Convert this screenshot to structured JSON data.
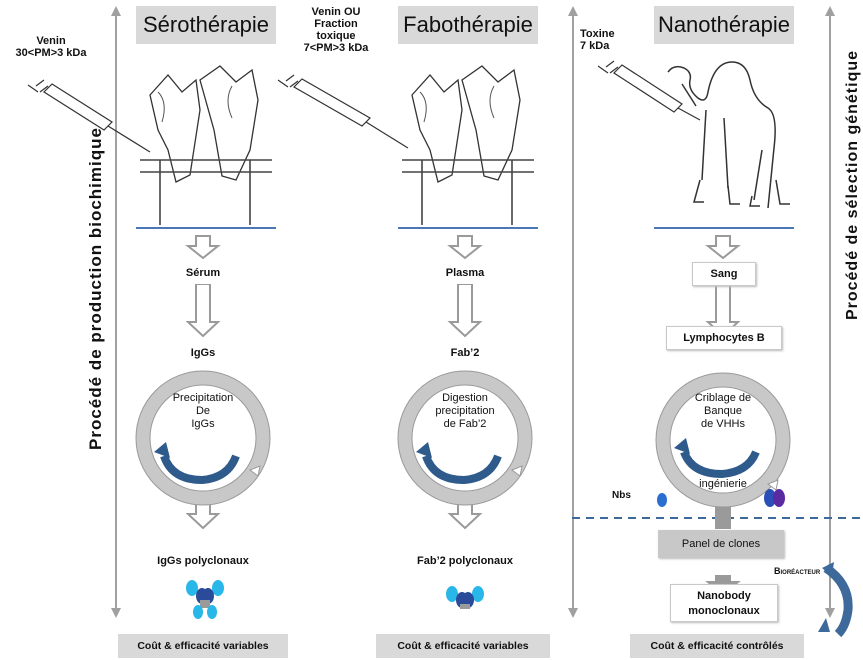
{
  "columns": [
    {
      "title": "Sérothérapie",
      "antigen": [
        "Venin",
        "30<PM>3 kDa"
      ],
      "step1": "Sérum",
      "step2": "IgGs",
      "cycle": [
        "Precipitation",
        "De",
        "IgGs"
      ],
      "product": "IgGs polyclonaux",
      "footer": "Coût & efficacité variables"
    },
    {
      "title": "Fabothérapie",
      "antigen": [
        "Venin OU",
        "Fraction",
        "toxique",
        "7<PM>3 kDa"
      ],
      "step1": "Plasma",
      "step2": "Fab’2",
      "cycle": [
        "Digestion",
        "precipitation",
        "de Fab’2"
      ],
      "product": "Fab’2 polyclonaux",
      "footer": "Coût & efficacité variables"
    },
    {
      "title": "Nanothérapie",
      "antigen": [
        "Toxine",
        "7 kDa"
      ],
      "step1": "Sang",
      "step2": "Lymphocytes B",
      "cycle": [
        "Criblage de",
        "Banque",
        "de VHHs"
      ],
      "cycle_bottom": "ingénierie",
      "nbs": "Nbs",
      "panel": "Panel de clones",
      "product": [
        "Nanobody",
        "monoclonaux"
      ],
      "bioreactor": "Bioréacteur",
      "footer": "Coût & efficacité contrôlés"
    }
  ],
  "left_axis_label": "Procédé de production biochimique",
  "right_axis_label": "Procédé de sélection génétique",
  "colors": {
    "box": "#d9d9d9",
    "arrow": "#9a9a9a",
    "blue": "#2e5b8c",
    "cyan": "#29b6e8",
    "navy": "#2a4a9a"
  }
}
